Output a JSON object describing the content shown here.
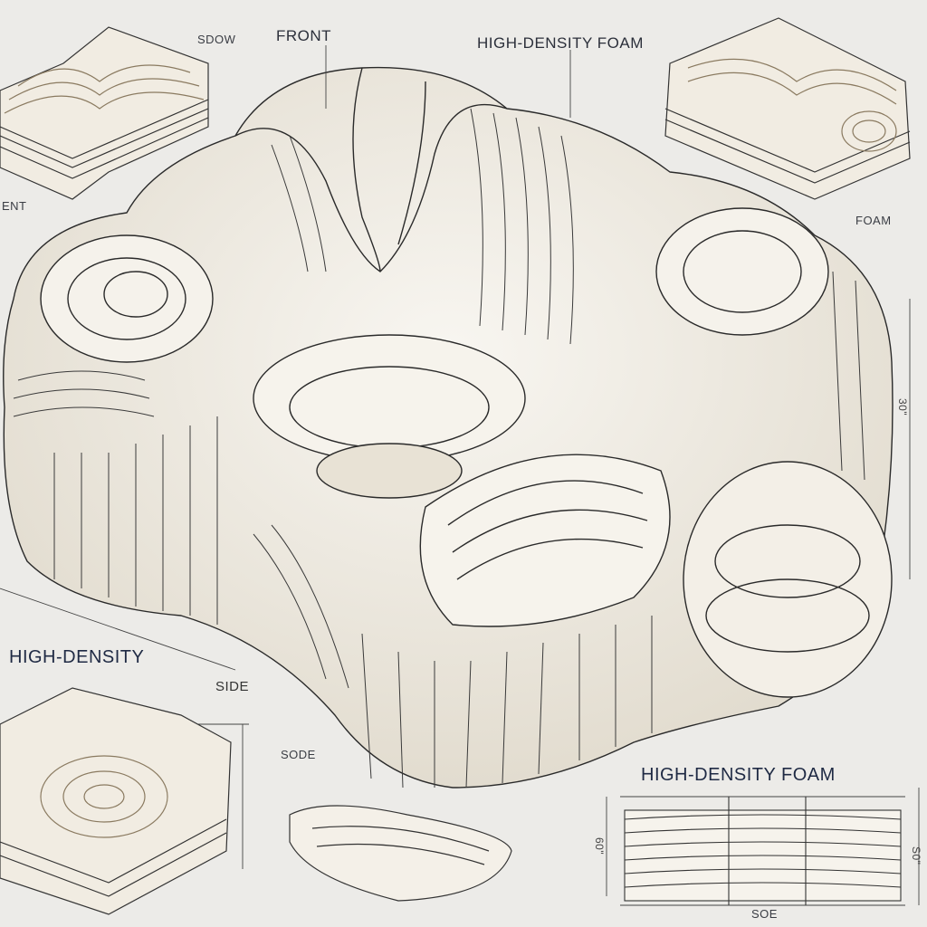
{
  "labels": {
    "front": "FRONT",
    "high_density_foam_top": "HIGH-DENSITY FOAM",
    "foam_right": "FOAM",
    "sdow": "SDOW",
    "ent": "ENT",
    "high_density_left": "HIGH-DENSITY",
    "side_mid": "SIDE",
    "sode": "SODE",
    "high_density_foam_bottom": "HIGH-DENSITY FOAM",
    "soe_bottom": "SOE",
    "dim_right": "30\"",
    "dim_br": "S0\"",
    "dim_seat": "60\""
  },
  "colors": {
    "paper": "#ecebe8",
    "foam": "#f4f1ea",
    "line": "#2a2a2a",
    "shadow": "#d9d2c4",
    "label": "#1f2a44"
  }
}
